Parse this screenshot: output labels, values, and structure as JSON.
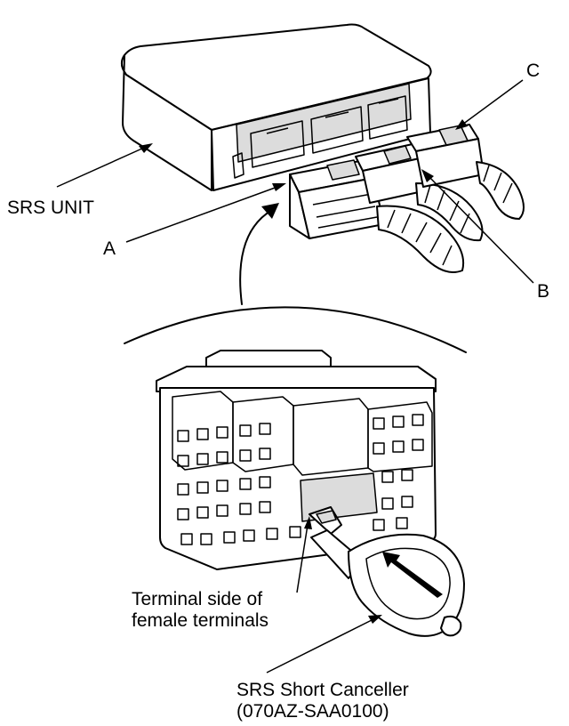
{
  "labels": {
    "srs_unit": "SRS UNIT",
    "a": "A",
    "b": "B",
    "c": "C",
    "terminal_line1": "Terminal side of",
    "terminal_line2": "female terminals",
    "canceller_line1": "SRS Short Canceller",
    "canceller_line2": "(070AZ-SAA0100)"
  },
  "colors": {
    "ink": "#000000",
    "paper": "#ffffff",
    "shade": "#dcdcdc"
  }
}
